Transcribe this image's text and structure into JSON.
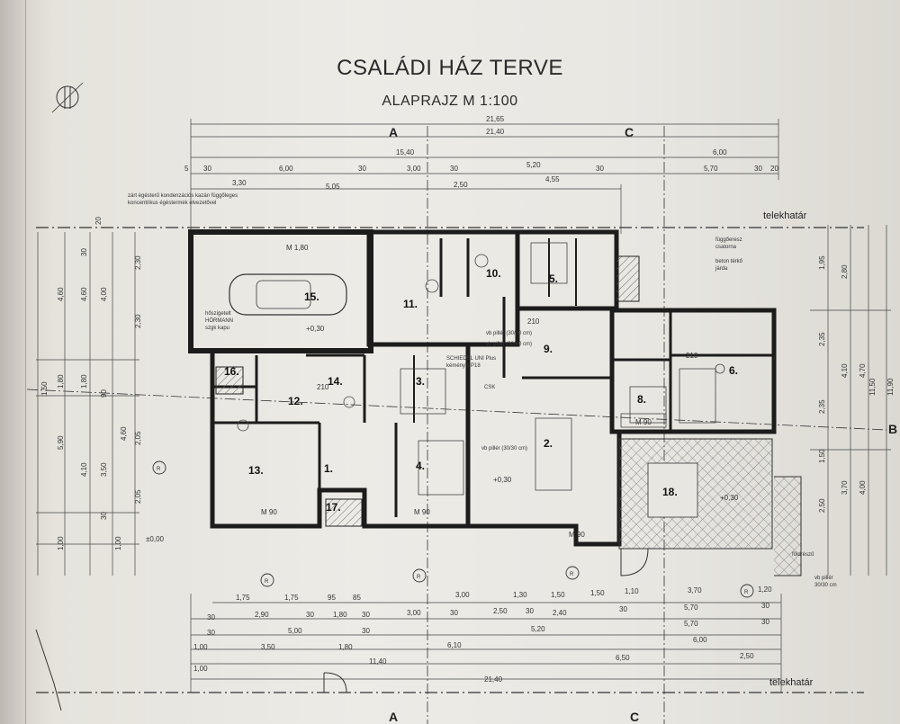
{
  "title": "CSALÁDI HÁZ TERVE",
  "subtitle": "ALAPRAJZ M 1:100",
  "sections": {
    "a": "A",
    "b": "B",
    "c": "C"
  },
  "boundary_label": "telekhatár",
  "top_dims": {
    "row1": "21,65",
    "row2": "21,40",
    "row3": [
      "15,40",
      "6,00"
    ],
    "row4": [
      "5",
      "30",
      "6,00",
      "30",
      "3,00",
      "30",
      "5,20",
      "30",
      "5,70",
      "30",
      "20"
    ],
    "row5": [
      "3,30",
      "5,05",
      "2,50",
      "4,55"
    ]
  },
  "bottom_dims": {
    "row1": [
      "1,75",
      "1,75",
      "95",
      "85",
      "3,00",
      "1,30",
      "1,50",
      "1,50",
      "1,10",
      "3,70",
      "1,20"
    ],
    "row2": [
      "30",
      "2,90",
      "30",
      "1,80",
      "30",
      "3,00",
      "30",
      "2,50",
      "30",
      "2,40",
      "30",
      "5,70",
      "30"
    ],
    "row3": [
      "30",
      "5,00",
      "30",
      "5,20",
      "5,70",
      "30"
    ],
    "row4": [
      "1,00",
      "3,50",
      "1,80",
      "6,10",
      "6,00"
    ],
    "row5": [
      "1,00",
      "6,50",
      "2,50"
    ],
    "row6": [
      "11,40",
      "21,40"
    ]
  },
  "left_dims": [
    "4,60",
    "4,60",
    "4,00",
    "2,30",
    "2,30",
    "90",
    "5,90",
    "4,10",
    "3,50",
    "4,60",
    "2,05",
    "2,05",
    "1,00",
    "1,00",
    "1,80",
    "1,80",
    "1,50",
    "30",
    "30",
    "20"
  ],
  "right_dims": [
    "1,95",
    "2,80",
    "2,35",
    "4,10",
    "4,70",
    "11,50",
    "11,90",
    "2,35",
    "1,50",
    "3,70",
    "4,00",
    "2,50"
  ],
  "rooms": [
    "1.",
    "2.",
    "3.",
    "4.",
    "5.",
    "6.",
    "8.",
    "9.",
    "10.",
    "11.",
    "12.",
    "13.",
    "14.",
    "15.",
    "16.",
    "17.",
    "18."
  ],
  "notes": {
    "boiler": "zárt égésterű kondenzációs kazán függőleges",
    "boiler2": "koncentrikus égéstermék elvezetővel",
    "gate": "hőszigetelt",
    "gate2": "HÖRMANN",
    "gate3": "szgk kapu",
    "chimney": "SCHIEDEL UNI Plus",
    "chimney2": "kémény UP18",
    "pillar1": "vb pillér (30/30 cm)",
    "pillar2": "vb pillér (30/40 cm)",
    "pillar3": "vb pillér (30/30 cm)",
    "pillar4": "vb pillér",
    "pillar4b": "30/30 cm",
    "gutter": "függőeresz",
    "gutter2": "csatorna",
    "paving": "beton térkő",
    "paving2": "járda",
    "ground": "földrészű",
    "csk": "CSK",
    "level0": "±0,00",
    "level1": "+0,30",
    "level2": "+0,30",
    "level3": "+0,30",
    "door_m180": "M 1,80",
    "door_m90": "M 90",
    "door_210": "210",
    "r": "R"
  },
  "colors": {
    "paper": "#ecebe6",
    "ink": "#1c1c1c",
    "hatch": "#555555"
  }
}
